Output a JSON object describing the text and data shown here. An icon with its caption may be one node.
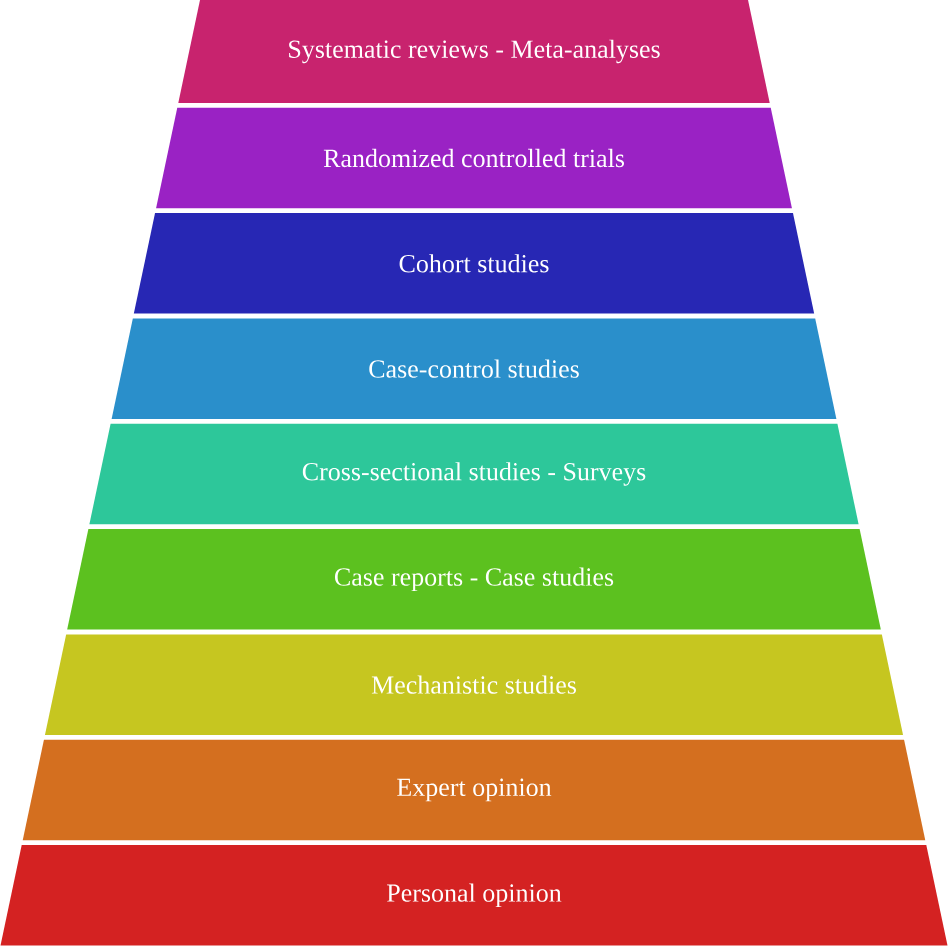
{
  "diagram": {
    "nodes": [
      {
        "text": [
          "Systematic reviews - Meta-analyses"
        ]
      },
      {
        "text": [
          "Randomized controlled trials"
        ]
      },
      {
        "text": [
          "Cohort studies"
        ]
      },
      {
        "text": [
          "Case-control studies"
        ]
      },
      {
        "text": [
          "Cross-sectional studies - Surveys"
        ]
      },
      {
        "text": [
          "Case reports - Case studies"
        ]
      },
      {
        "text": [
          "Mechanistic studies"
        ]
      },
      {
        "text": [
          "Expert opinion"
        ]
      },
      {
        "text": [
          "Personal opinion"
        ]
      }
    ]
  }
}
